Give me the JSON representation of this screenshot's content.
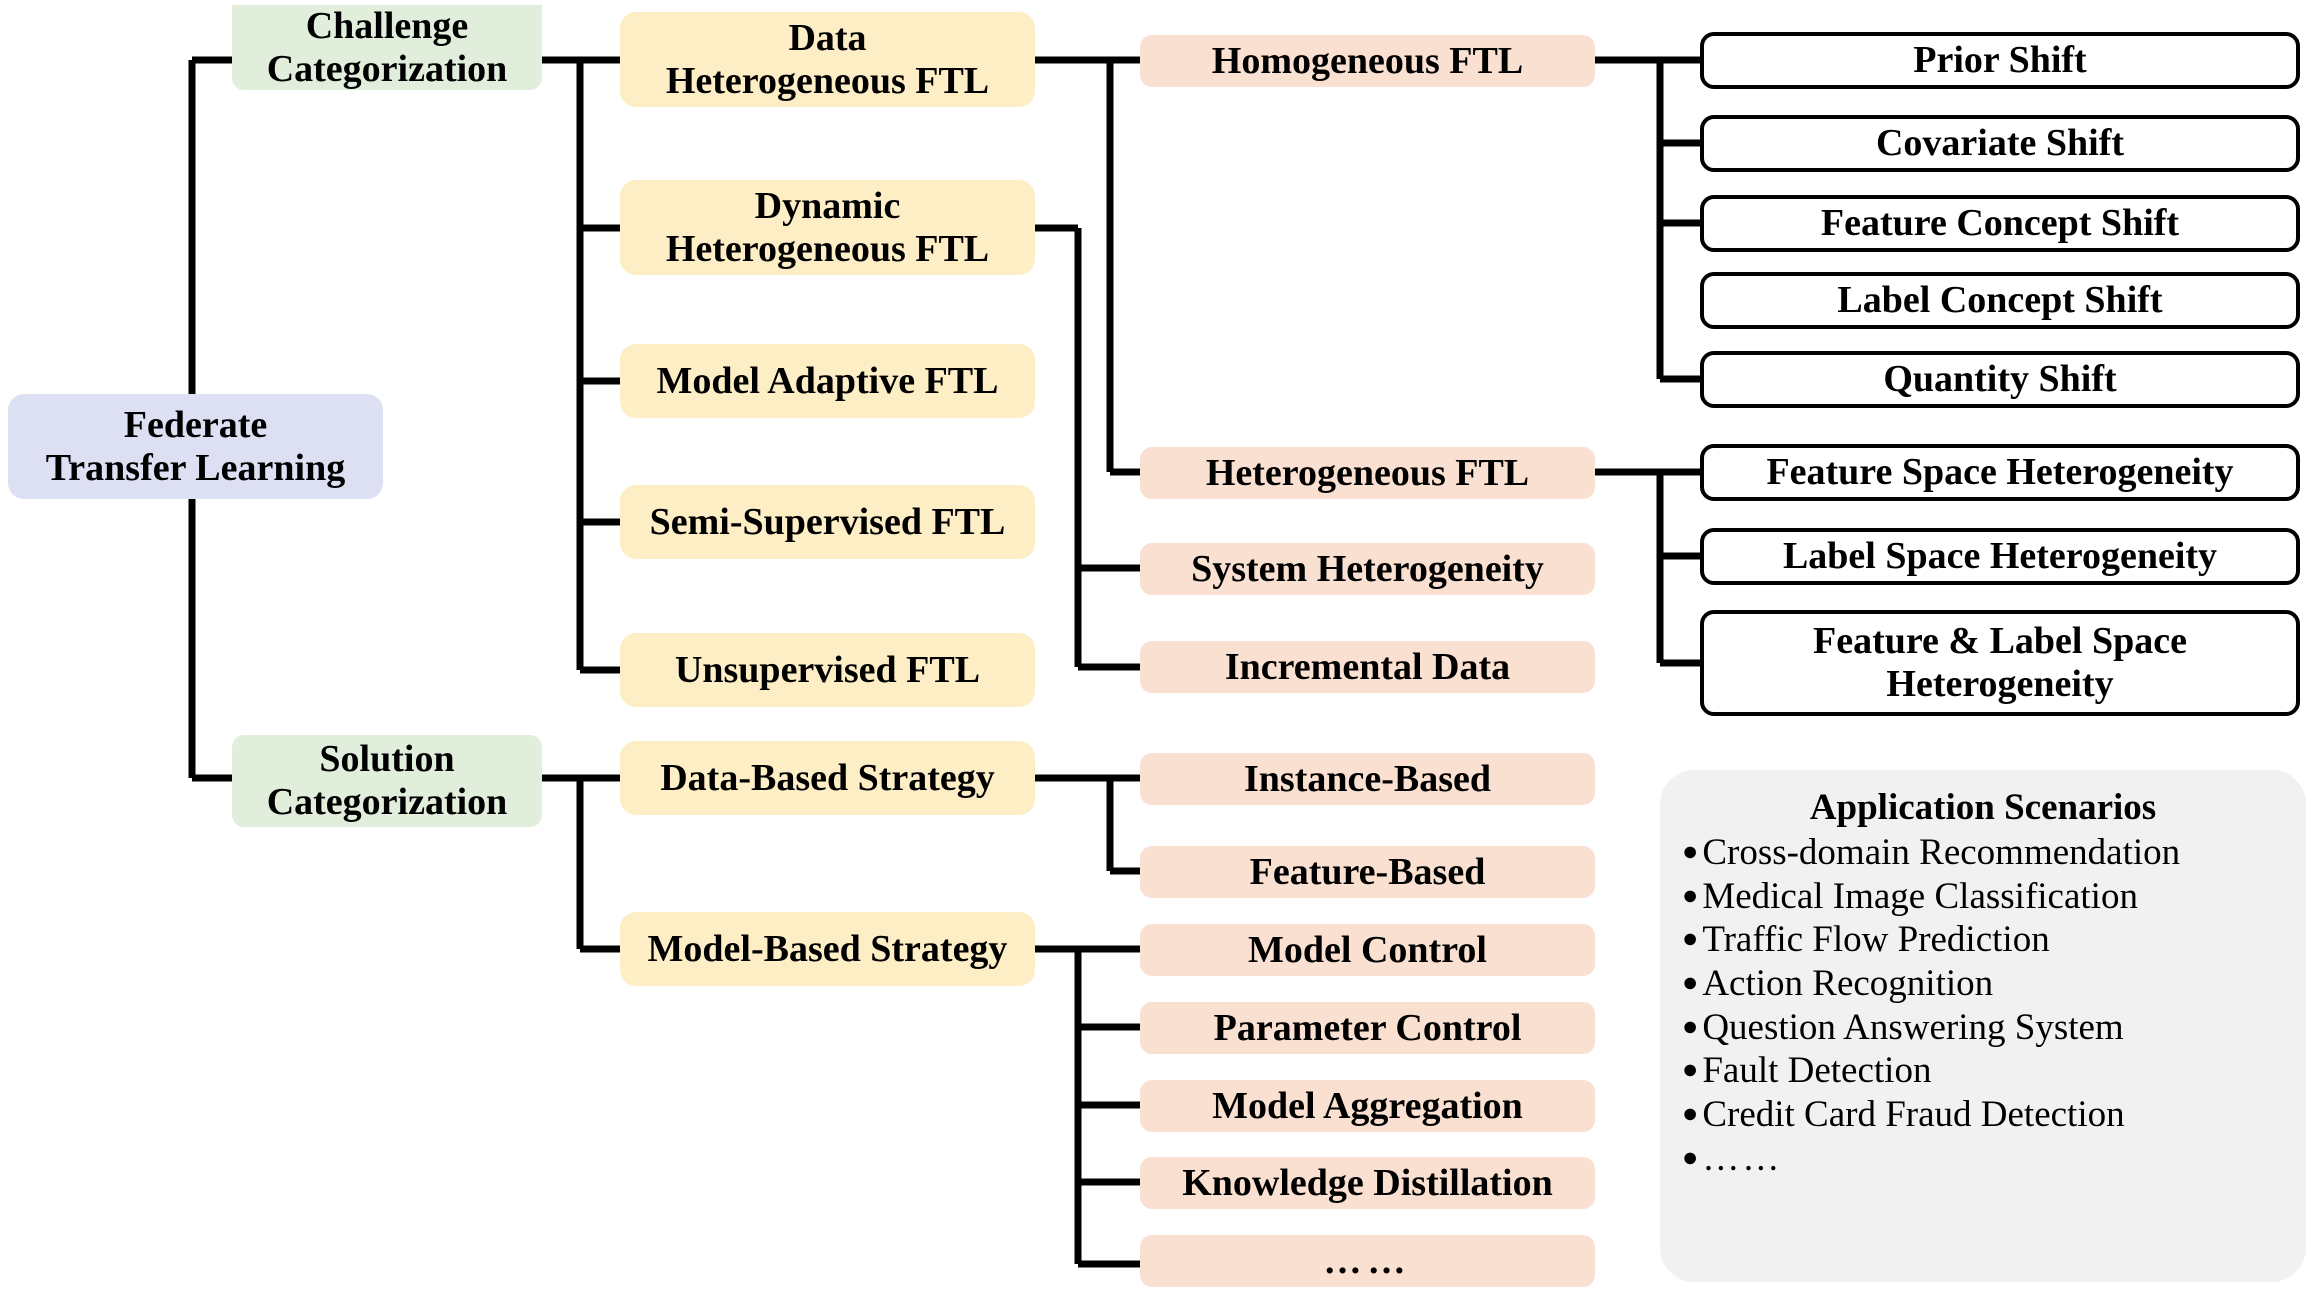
{
  "diagram": {
    "title": "Federate Transfer Learning taxonomy",
    "root": {
      "label": "Federate\nTransfer Learning",
      "color": "#dde0f2"
    },
    "categories": [
      {
        "id": "challenge",
        "label": "Challenge\nCategorization",
        "color": "#e2eedc"
      },
      {
        "id": "solution",
        "label": "Solution\nCategorization",
        "color": "#e2eedc"
      }
    ],
    "challenge_children": [
      {
        "id": "data-het",
        "label": "Data\nHeterogeneous FTL"
      },
      {
        "id": "dynamic-het",
        "label": "Dynamic\nHeterogeneous FTL"
      },
      {
        "id": "model-adapt",
        "label": "Model Adaptive FTL"
      },
      {
        "id": "semi-sup",
        "label": "Semi-Supervised FTL"
      },
      {
        "id": "unsup",
        "label": "Unsupervised FTL"
      }
    ],
    "data_het_children": [
      {
        "id": "homogeneous-ftl",
        "label": "Homogeneous FTL"
      },
      {
        "id": "heterogeneous-ftl",
        "label": "Heterogeneous FTL"
      }
    ],
    "dynamic_het_children": [
      {
        "id": "system-heterogeneity",
        "label": "System Heterogeneity"
      },
      {
        "id": "incremental-data",
        "label": "Incremental Data"
      }
    ],
    "homogeneous_leaves": [
      {
        "id": "prior-shift",
        "label": "Prior Shift"
      },
      {
        "id": "covariate-shift",
        "label": "Covariate Shift"
      },
      {
        "id": "feature-concept-shift",
        "label": "Feature Concept Shift"
      },
      {
        "id": "label-concept-shift",
        "label": "Label Concept Shift"
      },
      {
        "id": "quantity-shift",
        "label": "Quantity Shift"
      }
    ],
    "heterogeneous_leaves": [
      {
        "id": "feature-space-het",
        "label": "Feature Space Heterogeneity"
      },
      {
        "id": "label-space-het",
        "label": "Label Space Heterogeneity"
      },
      {
        "id": "feature-label-space-het",
        "label": "Feature & Label Space\nHeterogeneity"
      }
    ],
    "solution_children": [
      {
        "id": "data-based-strategy",
        "label": "Data-Based Strategy"
      },
      {
        "id": "model-based-strategy",
        "label": "Model-Based Strategy"
      }
    ],
    "data_strategy_children": [
      {
        "id": "instance-based",
        "label": "Instance-Based"
      },
      {
        "id": "feature-based",
        "label": "Feature-Based"
      }
    ],
    "model_strategy_children": [
      {
        "id": "model-control",
        "label": "Model Control"
      },
      {
        "id": "parameter-control",
        "label": "Parameter Control"
      },
      {
        "id": "model-aggregation",
        "label": "Model Aggregation"
      },
      {
        "id": "knowledge-distillation",
        "label": "Knowledge Distillation"
      },
      {
        "id": "more-strategies",
        "label": "……"
      }
    ],
    "application_panel": {
      "title": "Application Scenarios",
      "items": [
        "Cross-domain Recommendation",
        "Medical Image Classification",
        "Traffic Flow Prediction",
        "Action Recognition",
        "Question Answering System",
        "Fault Detection",
        "Credit Card Fraud Detection",
        "……"
      ],
      "bullet_glyph": "●",
      "background": "#f1f1f1"
    },
    "colors": {
      "root": "#dde0f2",
      "category": "#e2eedc",
      "level2": "#fdeec6",
      "level3": "#fae0d0",
      "leaf_border": "#000000",
      "leaf_fill": "#ffffff",
      "connector": "#000000",
      "panel": "#f1f1f1"
    }
  }
}
